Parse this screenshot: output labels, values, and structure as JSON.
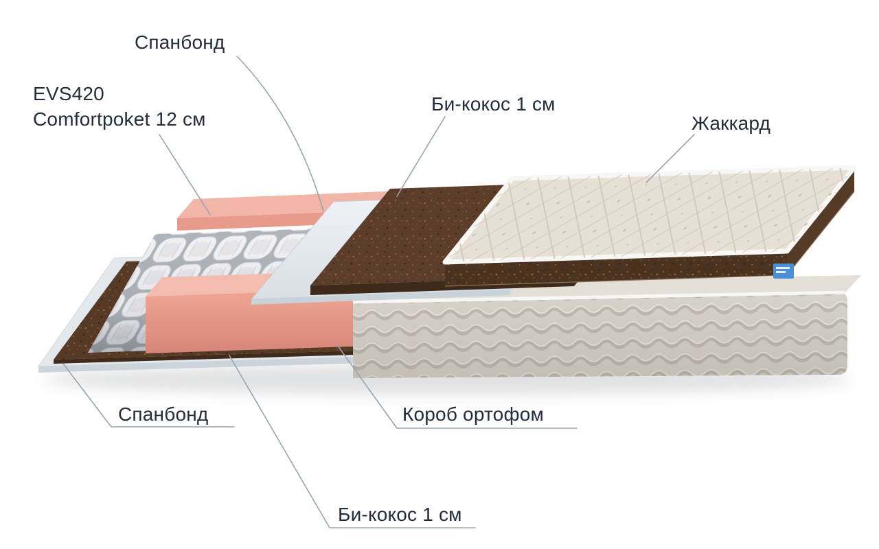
{
  "diagram_title": "mattress-layers-exploded-view",
  "labels": {
    "spunbond_top": "Спанбонд",
    "evs420_line1": "EVS420",
    "evs420_line2": "Comfortpoket 12 см",
    "bicocos_top": "Би-кокос 1 см",
    "jacquard": "Жаккард",
    "spunbond_bottom": "Спанбонд",
    "korob": "Короб ортофом",
    "bicocos_bottom": "Би-кокос 1 см"
  },
  "colors": {
    "background": "#ffffff",
    "label_text": "#232d3b",
    "leader_line": "#97a5ae",
    "jacquard_fabric": "#e7e0d5",
    "coconut_brown": "#5b3d29",
    "foam_pink": "#e89a8c",
    "spunbond_gray": "#e3e8ed",
    "side_fabric": "#d8d3cb",
    "spring_white": "#f3f3f6",
    "tag_blue": "#4a90d9"
  }
}
